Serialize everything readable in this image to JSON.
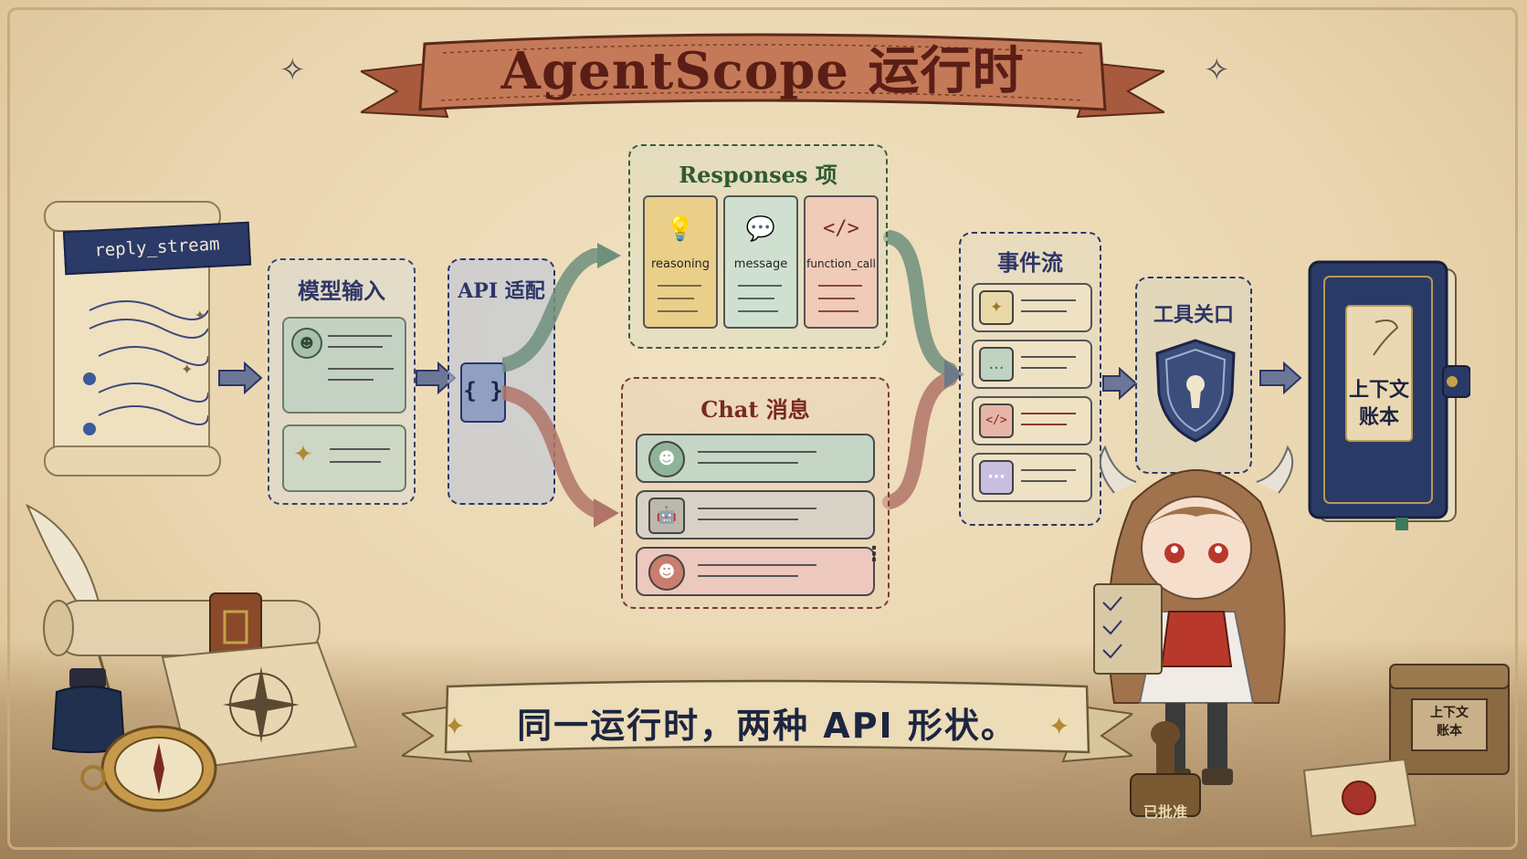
{
  "title": "AgentScope 运行时",
  "scroll": {
    "label": "reply_stream"
  },
  "model_input": {
    "title": "模型输入"
  },
  "api_adapter": {
    "title": "API 适配",
    "chip": "{ }"
  },
  "responses": {
    "title": "Responses 项",
    "cards": [
      {
        "label": "reasoning",
        "icon": "lightbulb-icon",
        "color": "#e9cf8a"
      },
      {
        "label": "message",
        "icon": "chat-bubble-icon",
        "color": "#cfe0d0"
      },
      {
        "label": "function_call",
        "icon": "code-icon",
        "color": "#efcbb8"
      }
    ]
  },
  "chat": {
    "title": "Chat 消息",
    "rows": [
      {
        "role": "user-icon",
        "color": "#c6d6c5"
      },
      {
        "role": "robot-icon",
        "color": "#d8d2c6"
      },
      {
        "role": "user-icon",
        "color": "#edc8bd"
      }
    ]
  },
  "event_stream": {
    "title": "事件流",
    "rows": [
      {
        "icon": "sparkle-icon",
        "color": "#ead9a8"
      },
      {
        "icon": "chat-bubble-icon",
        "color": "#bfd3c0"
      },
      {
        "icon": "code-icon",
        "color": "#e7b5a8"
      },
      {
        "icon": "ellipsis-icon",
        "color": "#c9bedf"
      }
    ]
  },
  "tool_gate": {
    "title": "工具关口"
  },
  "ledger": {
    "line1": "上下文",
    "line2": "账本"
  },
  "chest_label": {
    "line1": "上下文",
    "line2": "账本"
  },
  "stamp_label": "已批准",
  "caption": "同一运行时，两种 API 形状。",
  "colors": {
    "navy": "#2d3566",
    "green": "#2f5a33",
    "red": "#7a2a22",
    "banner": "#b76a4c",
    "parchment": "#ead6b0"
  }
}
